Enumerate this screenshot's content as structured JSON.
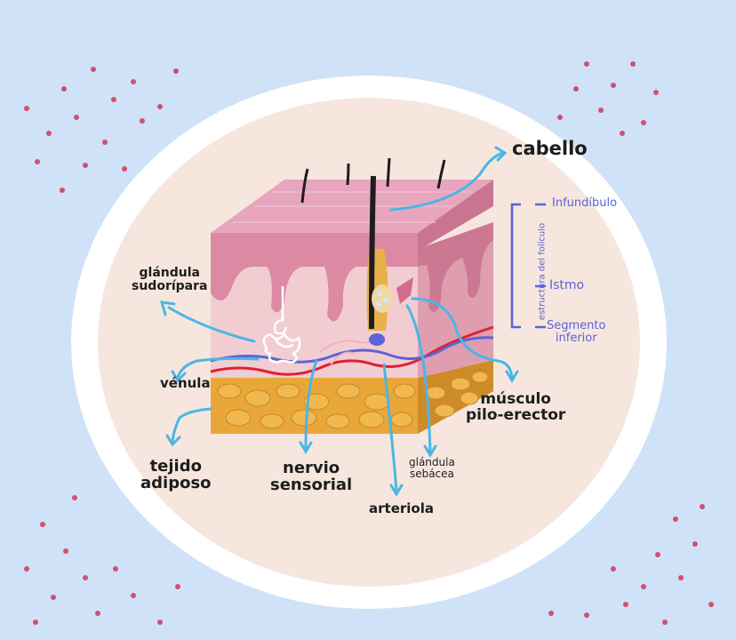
{
  "labels": {
    "cabello": "cabello",
    "glandula_sudoripara_1": "glándula",
    "glandula_sudoripara_2": "sudorípara",
    "venula": "vénula",
    "tejido_1": "tejido",
    "tejido_2": "adiposo",
    "nervio_1": "nervio",
    "nervio_2": "sensorial",
    "arteriola": "arteriola",
    "sebacea_1": "glándula",
    "sebacea_2": "sebácea",
    "musculo_1": "músculo",
    "musculo_2": "pilo-erector",
    "infundibulo": "Infundíbulo",
    "istmo": "Istmo",
    "segmento_1": "Segmento",
    "segmento_2": "inferior",
    "estructura": "estructura del folículo"
  },
  "colors": {
    "background": "#cfe2f8",
    "dots": "#d2506e",
    "halo": "#ffffff",
    "disc": "#f6e6de",
    "epidermis_top": "#e7a6bd",
    "epidermis_front": "#dc8aa4",
    "dermis": "#f1cdd2",
    "fat": "#e9a73a",
    "arrow": "#4bb6e6",
    "blue_label": "#5a63d8"
  }
}
